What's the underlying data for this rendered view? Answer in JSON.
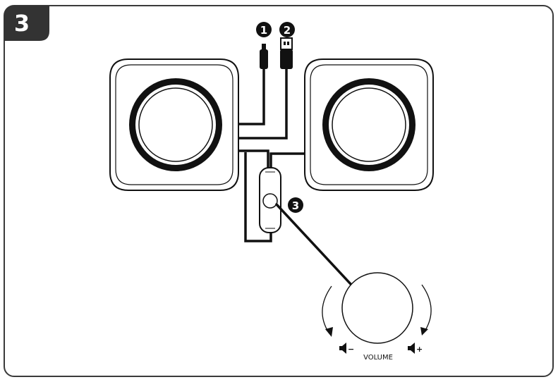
{
  "step": {
    "number": "3"
  },
  "callouts": {
    "audio_jack": "1",
    "usb_plug": "2",
    "volume_control": "3"
  },
  "volume": {
    "label": "VOLUME",
    "decrease_icon": "speaker-minus-icon",
    "increase_icon": "speaker-plus-icon",
    "minus_symbol": "−",
    "plus_symbol": "+"
  },
  "colors": {
    "ink": "#111111",
    "badge": "#333333",
    "frame": "#3a3a3a"
  }
}
